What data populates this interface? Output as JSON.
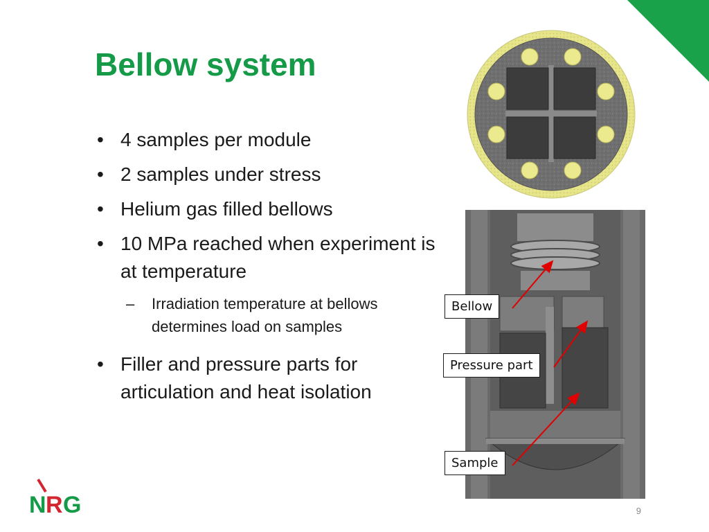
{
  "slide": {
    "title": "Bellow system",
    "bullets": [
      {
        "text": "4 samples per module"
      },
      {
        "text": "2 samples under stress"
      },
      {
        "text": "Helium gas filled bellows"
      },
      {
        "text": "10 MPa reached when experiment is at temperature"
      },
      {
        "text": "Filler and pressure parts for articulation and heat isolation"
      }
    ],
    "sub_bullets": [
      {
        "text": "Irradiation temperature at bellows determines load on samples"
      }
    ],
    "bullet_glyph": "•",
    "sub_glyph": "–",
    "callouts": {
      "bellow": "Bellow",
      "pressure": "Pressure part",
      "sample": "Sample"
    },
    "page_number": "9",
    "logo_text": "NRG"
  },
  "colors": {
    "title": "#159a48",
    "accent_green": "#1aa24a",
    "logo_red": "#d22630",
    "arrow": "#e00000"
  }
}
